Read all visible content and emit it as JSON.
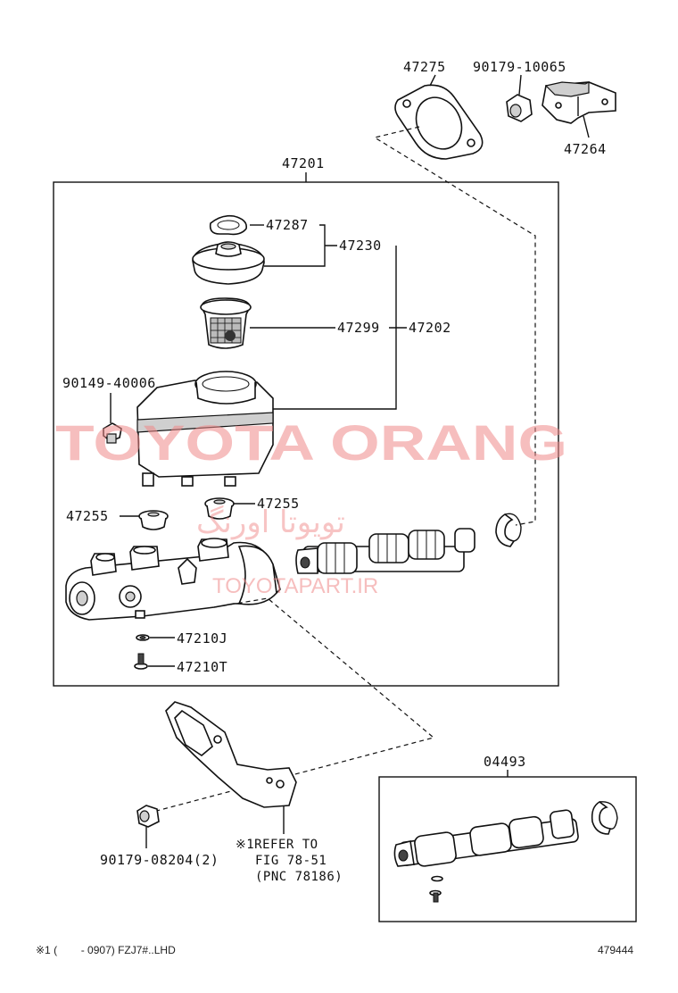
{
  "callouts": {
    "p47275": "47275",
    "p90179_10065": "90179-10065",
    "p47264": "47264",
    "p47201": "47201",
    "p47287": "47287",
    "p47230": "47230",
    "p47299": "47299",
    "p47202": "47202",
    "p90149_40006": "90149-40006",
    "p47255_left": "47255",
    "p47255_right": "47255",
    "p47210J": "47210J",
    "p47210T": "47210T",
    "p04493": "04493",
    "p90179_08204": "90179-08204(2)",
    "refer_line1": "※1REFER TO",
    "refer_line2": "FIG 78-51",
    "refer_line3": "(PNC 78186)"
  },
  "footer": {
    "note": "※1 (        - 0907) FZJ7#..LHD",
    "diagram_number": "479444"
  },
  "watermark": {
    "main": "TOYOTA ORANG",
    "persian": "تویوتا اورنگ",
    "site": "TOYOTAPART.IR"
  },
  "colors": {
    "watermark": "#f08a8a",
    "ink": "#111111"
  }
}
